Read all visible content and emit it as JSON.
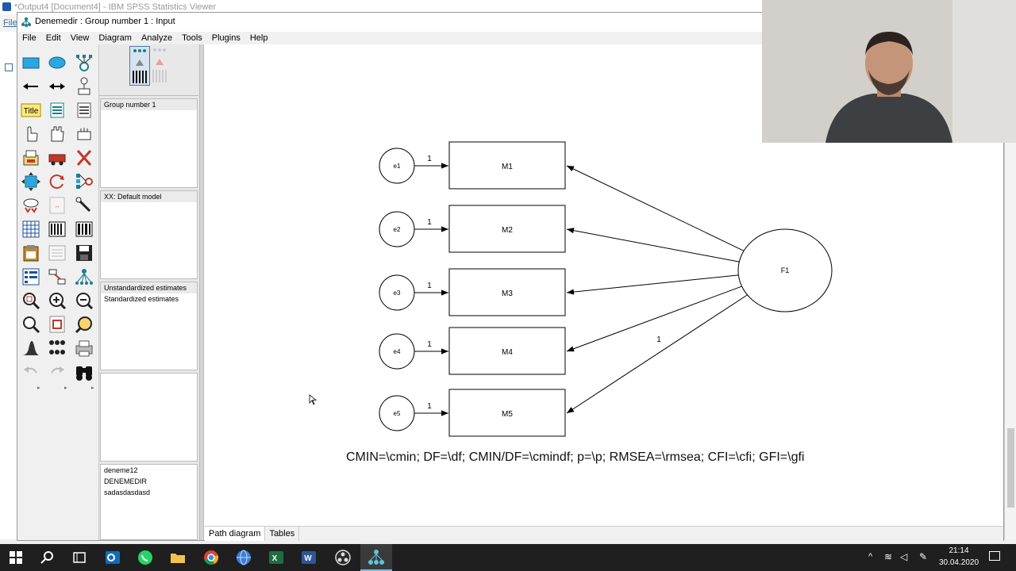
{
  "background_window": {
    "title": "*Output4 [Document4] - IBM SPSS Statistics Viewer",
    "menu_first": "File"
  },
  "amos": {
    "title": "Denemedir : Group number 1 : Input",
    "menu": [
      "File",
      "Edit",
      "View",
      "Diagram",
      "Analyze",
      "Tools",
      "Plugins",
      "Help"
    ]
  },
  "toolbox": {
    "title_tool_label": "Title",
    "icons": [
      "draw-observed-icon",
      "draw-unobserved-icon",
      "draw-latent-indicator-icon",
      "draw-path-icon",
      "draw-covariance-icon",
      "add-unique-variable-icon",
      "figure-caption-icon",
      "list-variables-in-model-icon",
      "list-variables-in-dataset-icon",
      "select-one-object-icon",
      "select-all-icon",
      "deselect-all-icon",
      "duplicate-icon",
      "move-icon",
      "erase-icon",
      "change-shape-icon",
      "rotate-indicators-icon",
      "reflect-indicators-icon",
      "move-parameter-icon",
      "scroll-icon",
      "touch-up-icon",
      "select-data-files-icon",
      "analysis-properties-icon",
      "calculate-estimates-icon",
      "copy-to-clipboard-icon",
      "text-output-icon",
      "save-icon",
      "object-properties-icon",
      "drag-properties-icon",
      "preserve-symmetries-icon",
      "zoom-in-area-icon",
      "zoom-in-icon",
      "zoom-out-icon",
      "page-view-icon",
      "fit-to-page-icon",
      "magnifier-icon",
      "bayesian-icon",
      "multiple-group-icon",
      "print-icon",
      "undo-icon",
      "redo-icon",
      "specification-search-icon"
    ]
  },
  "panels": {
    "groups": [
      "Group number 1"
    ],
    "models": [
      "XX: Default model"
    ],
    "estimates": [
      "Unstandardized estimates",
      "Standardized estimates"
    ],
    "files": [
      "deneme12",
      "DENEMEDIR",
      "sadasdasdasd"
    ]
  },
  "diagram": {
    "latent": "F1",
    "observed": [
      "M1",
      "M2",
      "M3",
      "M4",
      "M5"
    ],
    "errors": [
      "e1",
      "e2",
      "e3",
      "e4",
      "e5"
    ],
    "error_path_labels": [
      "1",
      "1",
      "1",
      "1",
      "1"
    ],
    "loading_label": "1",
    "fit_text": "CMIN=\\cmin; DF=\\df; CMIN/DF=\\cmindf; p=\\p; RMSEA=\\rmsea; CFI=\\cfi; GFI=\\gfi"
  },
  "tabs": [
    "Path diagram",
    "Tables"
  ],
  "taskbar": {
    "time": "21:14",
    "date": "30.04.2020",
    "apps": [
      "start-icon",
      "search-icon",
      "task-view-icon",
      "outlook-icon",
      "whatsapp-icon",
      "file-explorer-icon",
      "chrome-icon",
      "network-app-icon",
      "excel-icon",
      "word-icon",
      "obs-icon",
      "amos-icon"
    ]
  }
}
